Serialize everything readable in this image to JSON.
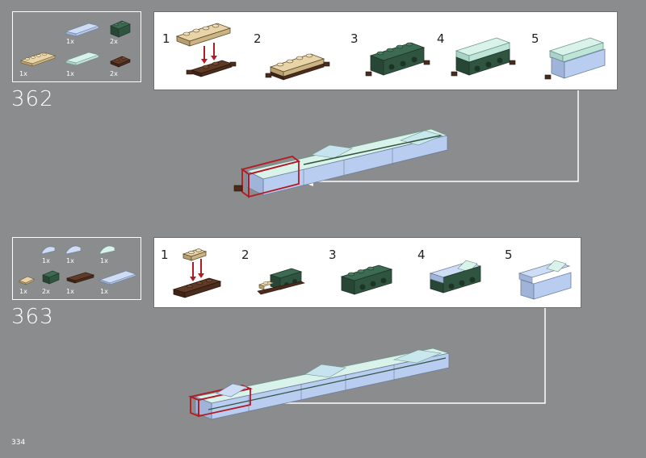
{
  "page": {
    "number": "334"
  },
  "steps": [
    {
      "number": "362",
      "parts": [
        {
          "qty": "1x",
          "icon": "tan-plate-1x4-icon"
        },
        {
          "qty": "1x",
          "icon": "light-blue-tile-slope-icon"
        },
        {
          "qty": "2x",
          "icon": "dark-green-brick-1x2-icon"
        },
        {
          "qty": "1x",
          "icon": "light-aqua-tile-slope-icon"
        },
        {
          "qty": "2x",
          "icon": "brown-plate-clip-icon"
        }
      ],
      "substeps": [
        "1",
        "2",
        "3",
        "4",
        "5"
      ]
    },
    {
      "number": "363",
      "parts": [
        {
          "qty": "1x",
          "icon": "light-blue-slope-curved-icon"
        },
        {
          "qty": "1x",
          "icon": "light-blue-slope-curved-icon"
        },
        {
          "qty": "1x",
          "icon": "light-aqua-slope-curved-icon"
        },
        {
          "qty": "1x",
          "icon": "tan-plate-1x2-icon"
        },
        {
          "qty": "2x",
          "icon": "dark-green-brick-1x2-icon"
        },
        {
          "qty": "1x",
          "icon": "brown-plate-clip-long-icon"
        },
        {
          "qty": "1x",
          "icon": "light-blue-tile-long-icon"
        }
      ],
      "substeps": [
        "1",
        "2",
        "3",
        "4",
        "5"
      ]
    }
  ],
  "colors": {
    "background": "#8a8c8d",
    "tan": "#dcc698",
    "dark_green": "#2f5541",
    "brown": "#4a2b1c",
    "light_blue": "#b9cdf0",
    "light_aqua": "#c8ece2",
    "callout_red": "#b21a24"
  }
}
